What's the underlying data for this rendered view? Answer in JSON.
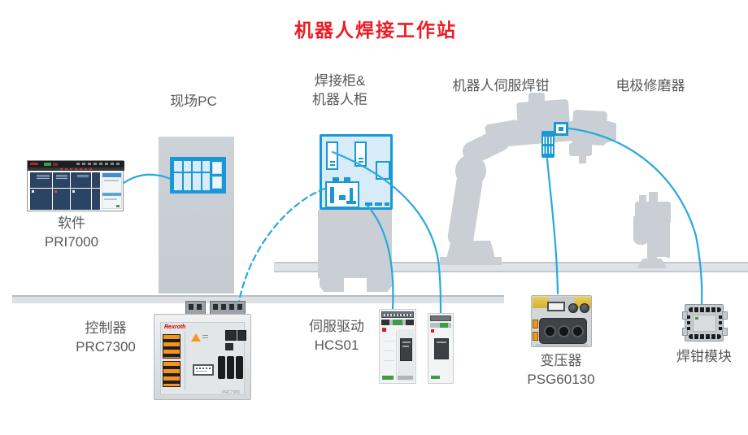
{
  "title": "机器人焊接工作站",
  "colors": {
    "accent_line": "#29a8e0",
    "icon_border": "#1898d5",
    "title_red": "#ed1c24",
    "silhouette_gray": "#c9cfd5",
    "label_text": "#57585a"
  },
  "labels": {
    "field_pc": "现场PC",
    "welding_cabinet": {
      "line1": "焊接柜&",
      "line2": "机器人柜"
    },
    "robot_servo_gun": "机器人伺服焊钳",
    "electrode_dresser": "电极修磨器",
    "software": {
      "name": "软件",
      "model": "PRI7000"
    },
    "controller": {
      "name": "控制器",
      "model": "PRC7300"
    },
    "servo_drive": {
      "name": "伺服驱动",
      "model": "HCS01"
    },
    "transformer": {
      "name": "变压器",
      "model": "PSG60130"
    },
    "gun_module": {
      "name": "焊钳模块"
    }
  },
  "device_markings": {
    "controller_brand": "Rexroth",
    "controller_model_plate": "PRC7300"
  },
  "icons": {
    "pc-screen-icon": "cyan HMI screen grid",
    "welding-cabinet-icon": "cyan cabinet schematic with inner modules",
    "gun-io-icon": "cyan outlined square connector on robot gun",
    "gun-transformer-icon": "cyan striped module on robot gun"
  }
}
